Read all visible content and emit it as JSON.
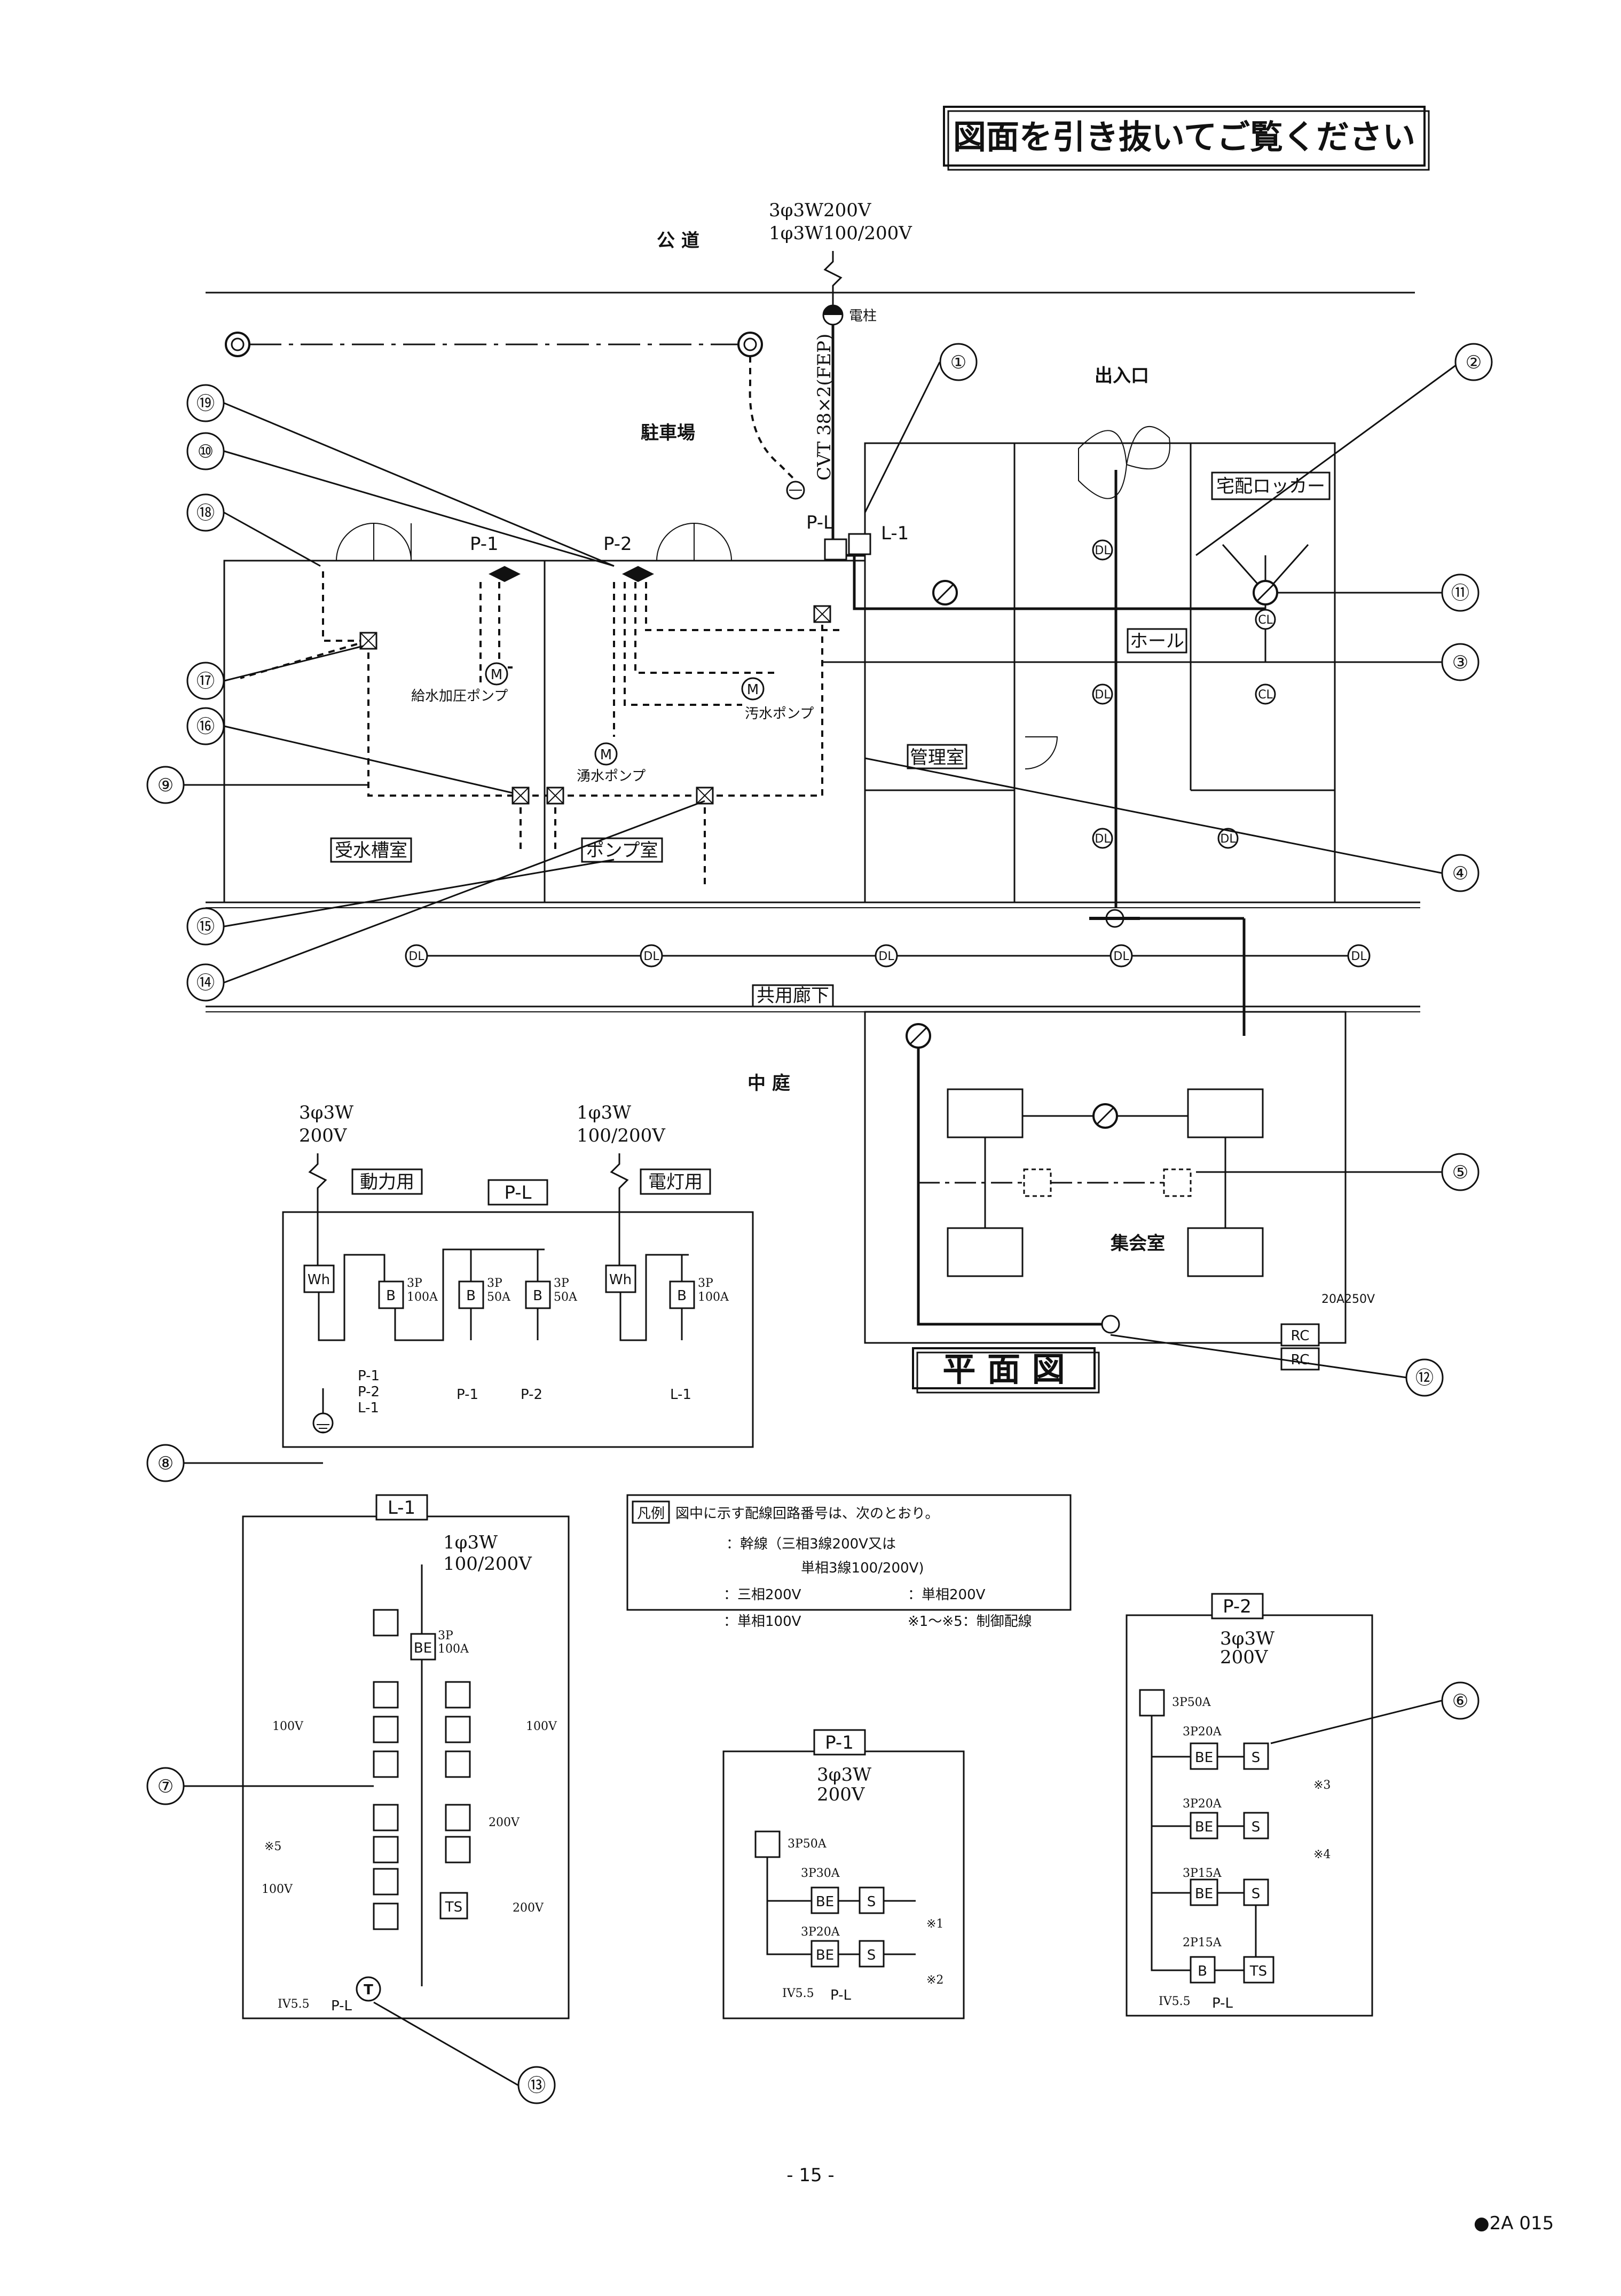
{
  "banner": "図面を引き抜いてご覧ください",
  "supply": {
    "line1": "3φ3W200V",
    "line2": "1φ3W100/200V",
    "road": "公 道",
    "pole": "電柱",
    "cable": "CVT 38×2(FEP)"
  },
  "rooms": {
    "parking": "駐車場",
    "entrance": "出入口",
    "locker": "宅配ロッカー",
    "hall": "ホール",
    "office": "管理室",
    "water_tank": "受水槽室",
    "pump_room": "ポンプ室",
    "corridor": "共用廊下",
    "courtyard": "中 庭",
    "assembly": "集会室",
    "plan_title": "平 面 図"
  },
  "pumps": {
    "booster": "給水加圧ポンプ",
    "sewage": "汚水ポンプ",
    "spring": "湧水ポンプ"
  },
  "panels": {
    "pl": "P-L",
    "p1": "P-1",
    "p2": "P-2",
    "l1": "L-1",
    "power_use": "動力用",
    "light_use": "電灯用",
    "pl_power_in": "3φ3W",
    "pl_power_v": "200V",
    "pl_light_in": "1φ3W",
    "pl_light_v": "100/200V",
    "wh": "Wh",
    "b": "B",
    "be": "BE",
    "s": "S",
    "ts": "TS",
    "rating_3p100": "3P",
    "rating_100a": "100A",
    "rating_50a": "50A",
    "ground_list": [
      "P-1",
      "P-2",
      "L-1"
    ],
    "l1_in": "1φ3W",
    "l1_v": "100/200V",
    "p_in": "3φ3W",
    "p_v": "200V",
    "p1_main": "3P50A",
    "p1_r1": "3P30A",
    "p1_r2": "3P20A",
    "p2_main": "3P50A",
    "p2_r1": "3P20A",
    "p2_r2": "3P20A",
    "p2_r3": "3P15A",
    "p2_r4": "2P15A",
    "ground_cable": "IV5.5",
    "to_pl": "P-L",
    "v100": "100V",
    "v200": "200V",
    "note1": "※1",
    "note2": "※2",
    "note3": "※3",
    "note4": "※4",
    "note5": "※5",
    "transformer": "T",
    "outlet": "20A250V",
    "rc": "RC"
  },
  "legend": {
    "title": "凡例",
    "intro": "図中に示す配線回路番号は、次のとおり。",
    "row1": "：幹線（三相3線200V又は",
    "row1b": "単相3線100/200V)",
    "row2a": "：三相200V",
    "row2b": "：単相200V",
    "row3a": "：単相100V",
    "row3b": "※1～※5：制御配線",
    "tilde": "～"
  },
  "callouts": [
    "①",
    "②",
    "③",
    "④",
    "⑤",
    "⑥",
    "⑦",
    "⑧",
    "⑨",
    "⑩",
    "⑪",
    "⑫",
    "⑬",
    "⑭",
    "⑮",
    "⑯",
    "⑰",
    "⑱",
    "⑲"
  ],
  "footer": {
    "page": "- 15 -",
    "code": "●2A 015"
  }
}
